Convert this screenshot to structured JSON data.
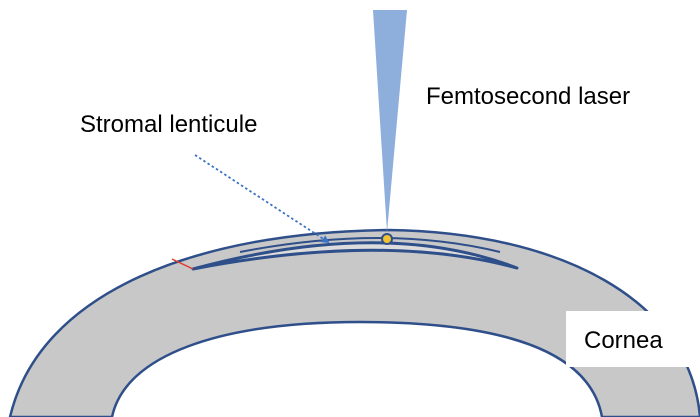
{
  "labels": {
    "laser": "Femtosecond laser",
    "lenticule": "Stromal lenticule",
    "cornea": "Cornea"
  },
  "colors": {
    "cornea_fill": "#c8c8c8",
    "cornea_outline": "#2f4f8a",
    "laser_beam": "#8eaedb",
    "focal_point": "#f2c230",
    "pointer_arrow": "#3d73c4",
    "incision_mark": "#e03a2c"
  }
}
